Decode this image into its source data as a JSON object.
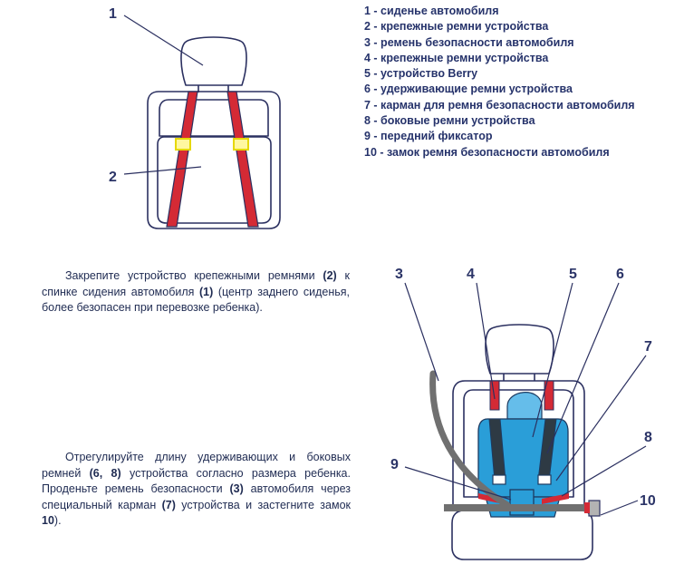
{
  "legend": [
    "1 - сиденье автомобиля",
    "2 - крепежные ремни устройства",
    "3 - ремень безопасности автомобиля",
    "4 - крепежные ремни устройства",
    "5 - устройство Berry",
    "6 - удерживающие ремни устройства",
    "7 - карман для ремня безопасности автомобиля",
    "8 - боковые ремни устройства",
    "9 - передний фиксатор",
    "10 - замок ремня безопасности автомобиля"
  ],
  "callouts_top": [
    "1",
    "2"
  ],
  "callouts_bottom": [
    "3",
    "4",
    "5",
    "6",
    "7",
    "8",
    "9",
    "10"
  ],
  "instruction1": {
    "t1": "Закрепите устройство крепежными ремнями ",
    "b1": "(2)",
    "t2": " к спинке сидения автомобиля ",
    "b2": "(1)",
    "t3": " (центр заднего сиденья, более безопасен при перевозке ребенка)."
  },
  "instruction2": {
    "t1": "Отрегулируйте длину удерживающих и боковых ремней ",
    "b1": "(6, 8)",
    "t2": " устройства согласно размера ребенка. Проденьте ремень безопасности ",
    "b2": "(3)",
    "t3": " автомобиля через специальный карман ",
    "b3": "(7)",
    "t4": " устройства и застегните замок ",
    "b4": "10",
    "t5": ")."
  },
  "colors": {
    "text": "#1f2b52",
    "outline": "#2b3060",
    "strap_red": "#d42a35",
    "buckle_yellow": "#f2e600",
    "device_blue": "#2a9ed8",
    "device_blue_light": "#65bdea",
    "belt_gray": "#707070",
    "lock_gray": "#b3b3b3"
  }
}
